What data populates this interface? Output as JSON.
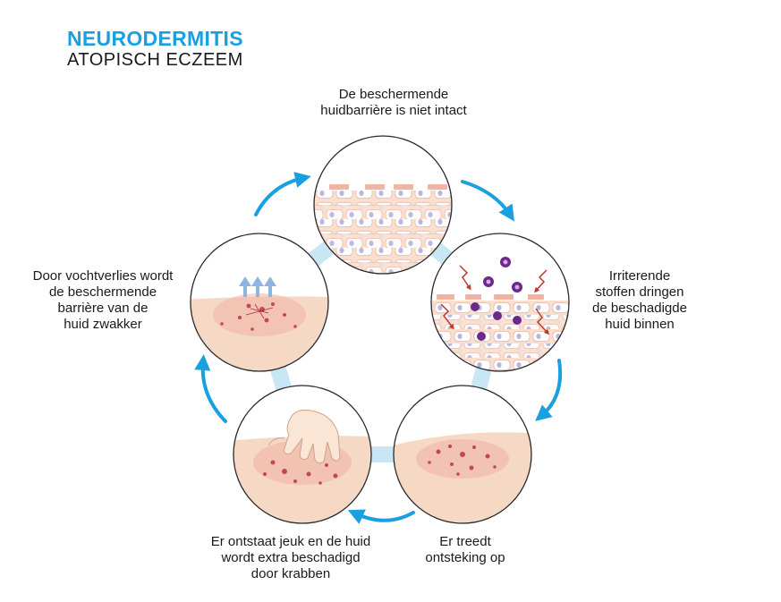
{
  "header": {
    "title": "NEURODERMITIS",
    "subtitle": "ATOPISCH ECZEEM"
  },
  "stages": [
    {
      "id": "barrier-not-intact",
      "text": "De beschermende\nhuidbarrière is niet intact"
    },
    {
      "id": "irritants-penetrate",
      "text": "Irriterende\nstoffen dringen\nde beschadigde\nhuid binnen"
    },
    {
      "id": "inflammation",
      "text": "Er treedt\nontsteking op"
    },
    {
      "id": "itch-scratching",
      "text": "Er ontstaat jeuk en de huid\nwordt extra beschadigd\ndoor krabben"
    },
    {
      "id": "moisture-loss",
      "text": "Door vochtverlies wordt\nde beschermende\nbarrière van de\nhuid zwakker"
    }
  ],
  "colors": {
    "accent_blue": "#1aa0e0",
    "ring_light_blue": "#c9e6f5",
    "skin": "#f6d9c4",
    "skin_light": "#fbe9dc",
    "cell_fill": "#ffffff",
    "cell_outline": "#e6b8a6",
    "nucleus": "#b8b6de",
    "inflammation": "#c2475a",
    "germ": "#6a2a8a",
    "arrow_red": "#c0392b"
  },
  "icons": {
    "cycle_arrow": "curved-arrow-icon",
    "moisture_arrow": "up-arrow-icon",
    "irritant_arrow": "zigzag-arrow-icon",
    "microbe": "microbe-icon",
    "hand": "hand-icon"
  }
}
